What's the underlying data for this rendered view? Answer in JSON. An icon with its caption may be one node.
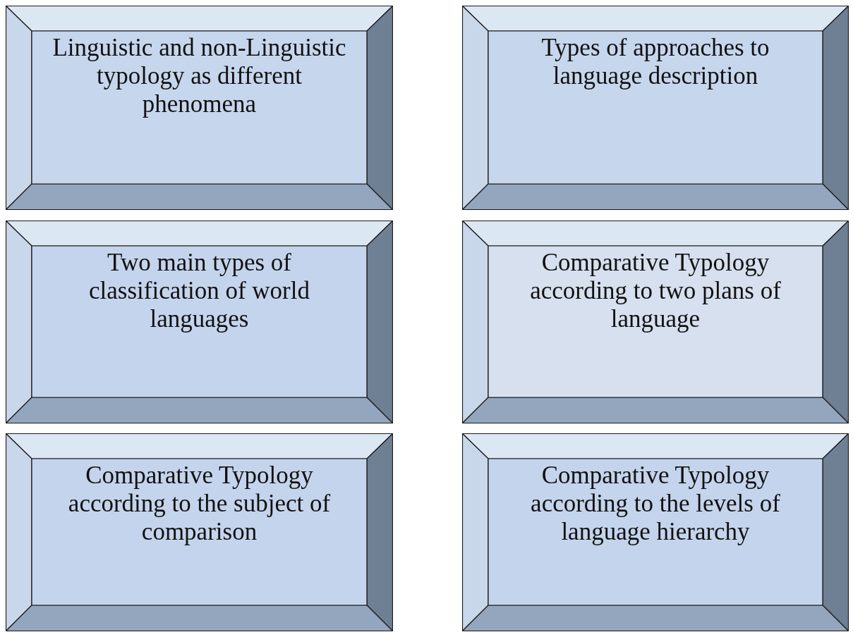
{
  "diagram": {
    "nodes": [
      {
        "text": [
          "Linguistic and non-Linguistic typology as different phenomena"
        ]
      },
      {
        "text": [
          "Types of approaches to language description"
        ]
      },
      {
        "text": [
          "Two main types of classification of world languages"
        ]
      },
      {
        "text": [
          "Comparative Typology according to two plans of language"
        ]
      },
      {
        "text": [
          "Comparative Typology according to the subject of comparison"
        ]
      },
      {
        "text": [
          "Comparative Typology according to the levels of language hierarchy"
        ]
      }
    ]
  }
}
